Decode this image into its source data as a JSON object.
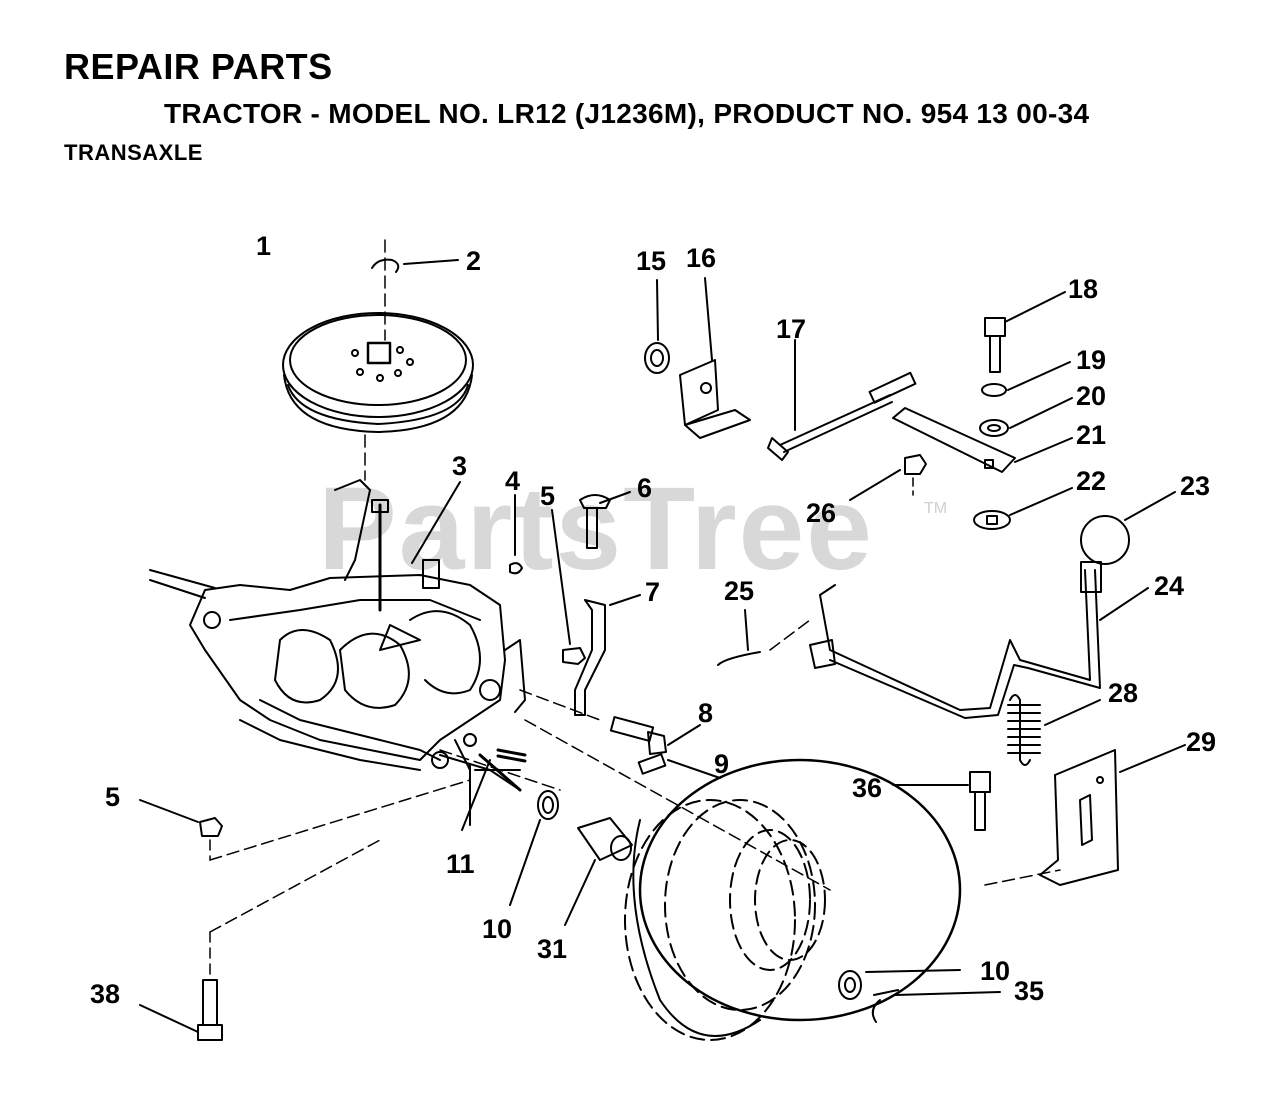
{
  "header": {
    "title": "REPAIR PARTS",
    "subtitle": "TRACTOR - MODEL NO. LR12 (J1236M), PRODUCT NO. 954 13 00-34",
    "section": "TRANSAXLE"
  },
  "watermark": {
    "text": "PartsTree",
    "tm": "TM"
  },
  "callouts": [
    {
      "id": "c1",
      "label": "1"
    },
    {
      "id": "c2",
      "label": "2"
    },
    {
      "id": "c3",
      "label": "3"
    },
    {
      "id": "c4",
      "label": "4"
    },
    {
      "id": "c5a",
      "label": "5"
    },
    {
      "id": "c5b",
      "label": "5"
    },
    {
      "id": "c6",
      "label": "6"
    },
    {
      "id": "c7",
      "label": "7"
    },
    {
      "id": "c8",
      "label": "8"
    },
    {
      "id": "c9",
      "label": "9"
    },
    {
      "id": "c10a",
      "label": "10"
    },
    {
      "id": "c10b",
      "label": "10"
    },
    {
      "id": "c11",
      "label": "11"
    },
    {
      "id": "c15",
      "label": "15"
    },
    {
      "id": "c16",
      "label": "16"
    },
    {
      "id": "c17",
      "label": "17"
    },
    {
      "id": "c18",
      "label": "18"
    },
    {
      "id": "c19",
      "label": "19"
    },
    {
      "id": "c20",
      "label": "20"
    },
    {
      "id": "c21",
      "label": "21"
    },
    {
      "id": "c22",
      "label": "22"
    },
    {
      "id": "c23",
      "label": "23"
    },
    {
      "id": "c24",
      "label": "24"
    },
    {
      "id": "c25",
      "label": "25"
    },
    {
      "id": "c26",
      "label": "26"
    },
    {
      "id": "c28",
      "label": "28"
    },
    {
      "id": "c29",
      "label": "29"
    },
    {
      "id": "c31",
      "label": "31"
    },
    {
      "id": "c35",
      "label": "35"
    },
    {
      "id": "c36",
      "label": "36"
    },
    {
      "id": "c38",
      "label": "38"
    }
  ]
}
